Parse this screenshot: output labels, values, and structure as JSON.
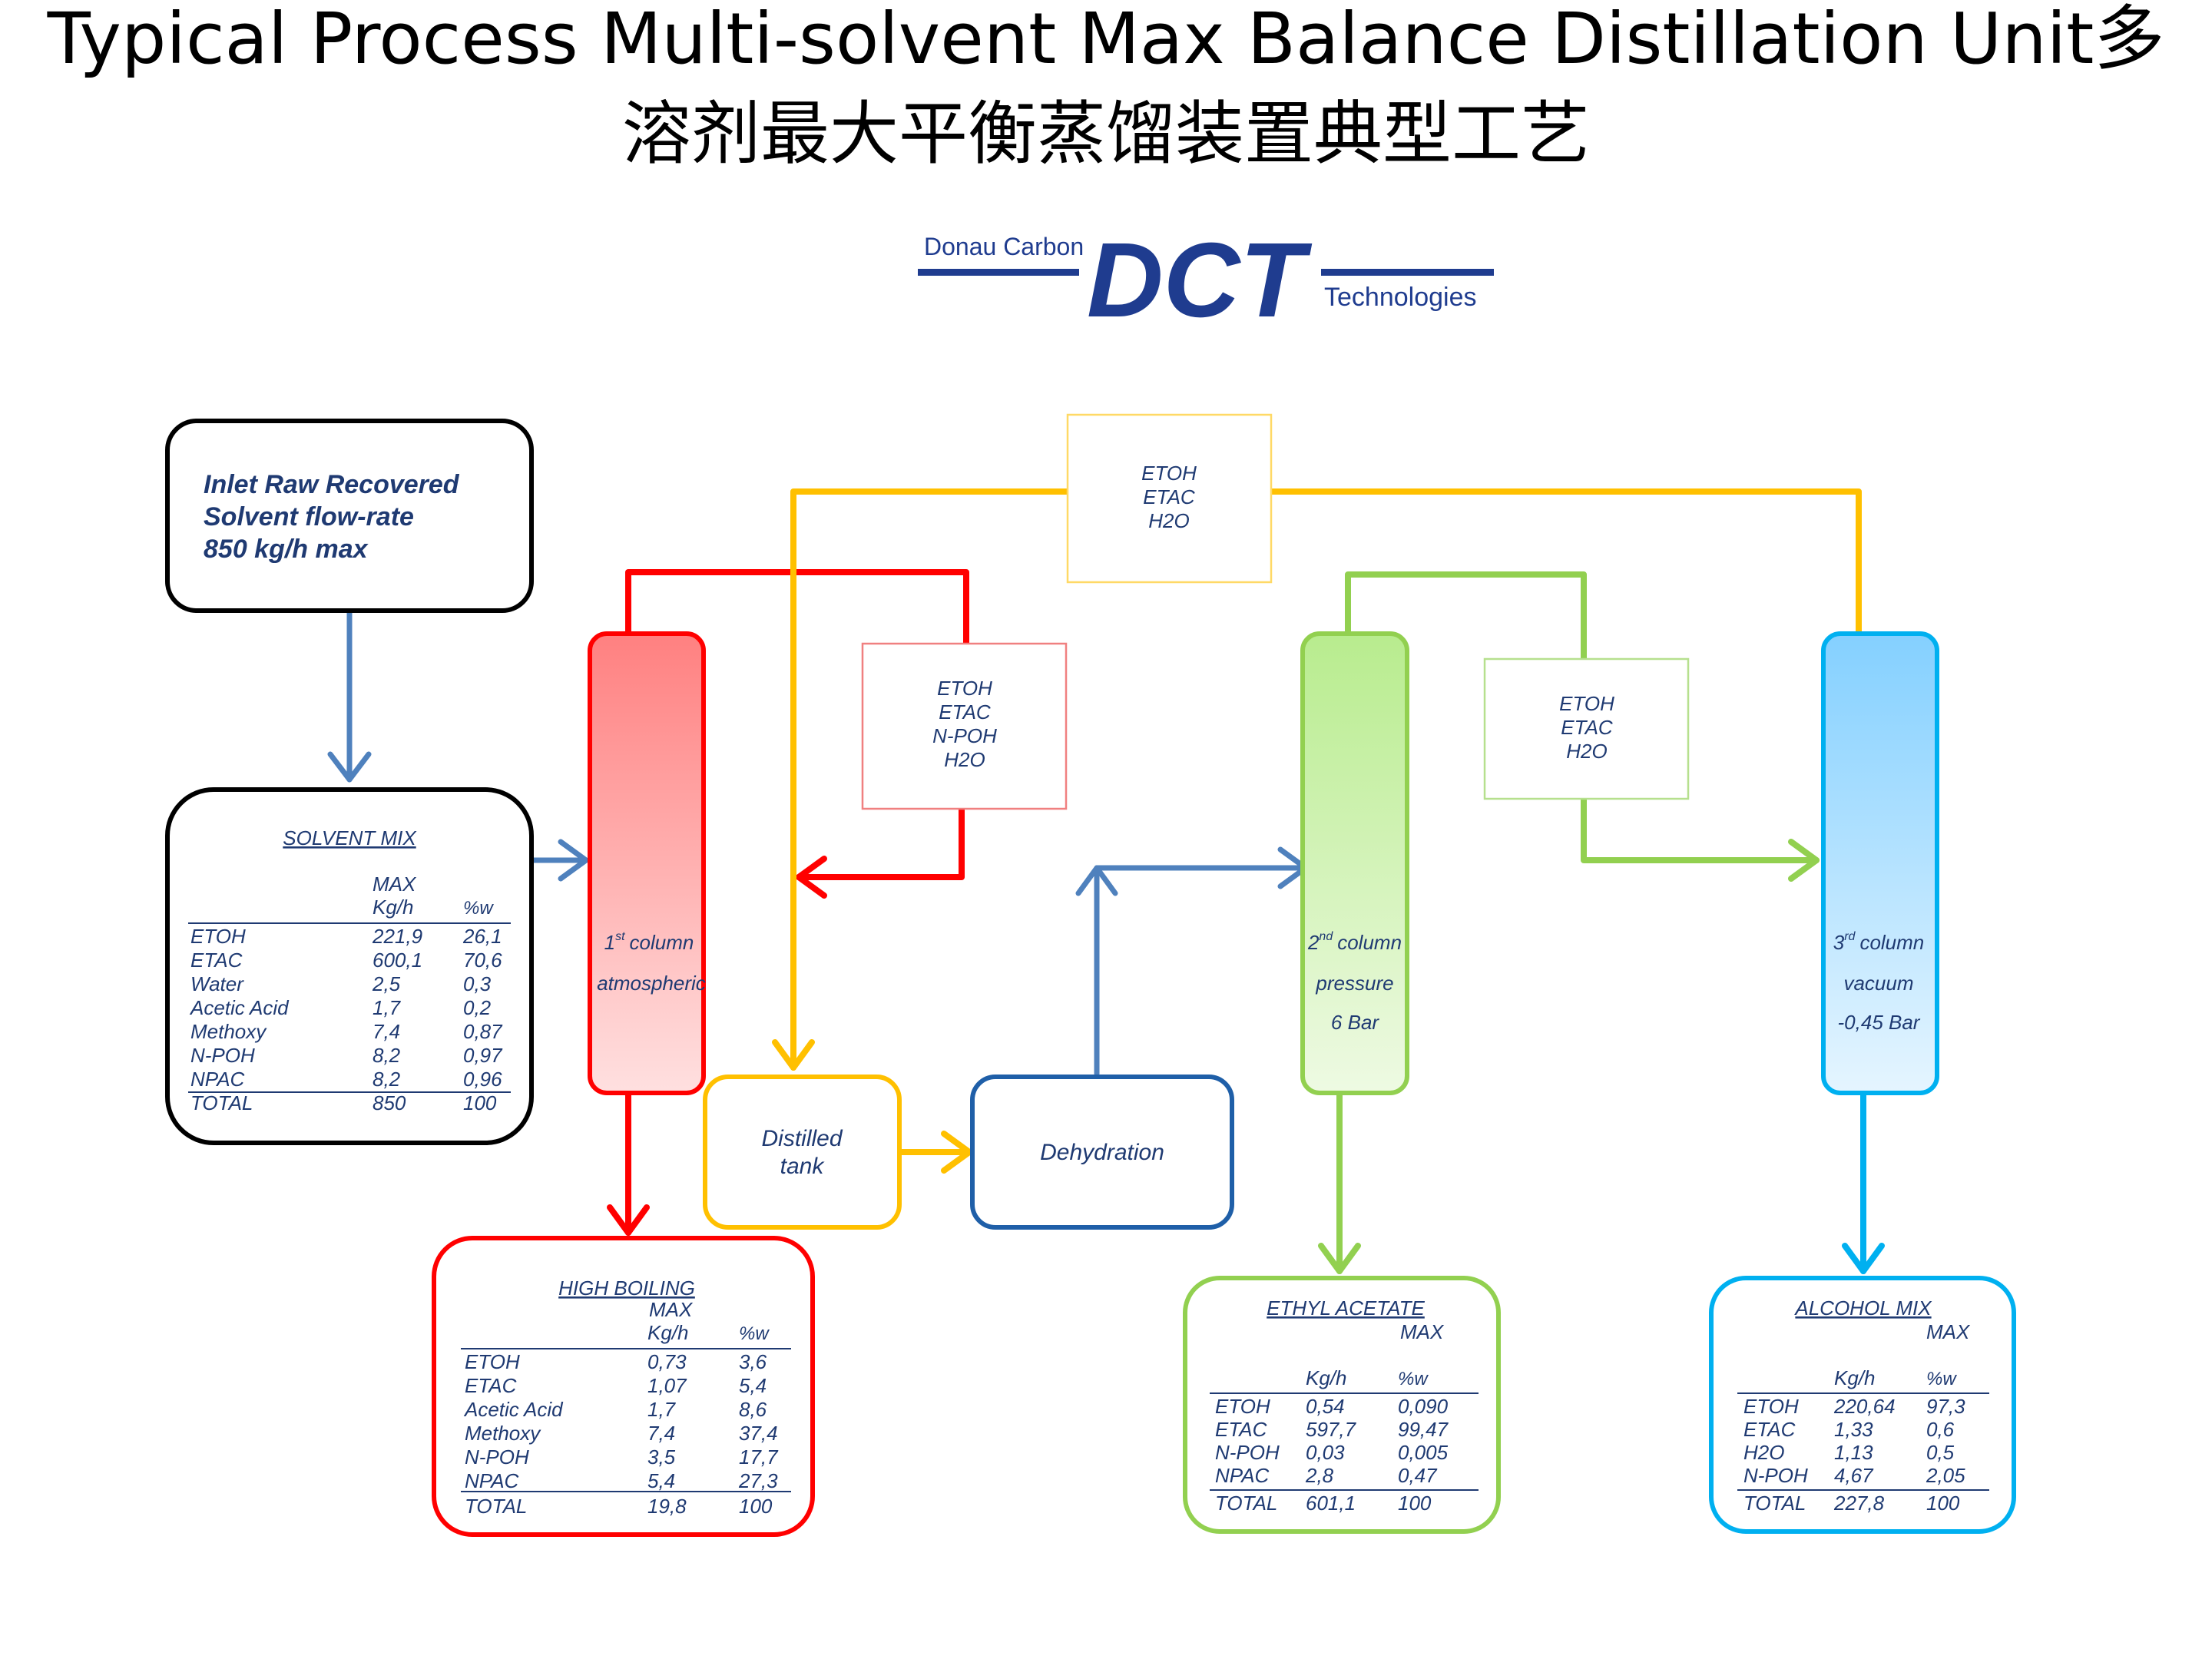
{
  "title": {
    "line1": "Typical Process Multi-solvent Max Balance Distillation Unit多",
    "line2": "溶剂最大平衡蒸馏装置典型工艺"
  },
  "logo": {
    "top": "Donau Carbon",
    "main": "DCT",
    "bottom": "Technologies",
    "color": "#1f3c8f"
  },
  "colors": {
    "blue": "#4f81bd",
    "red": "#ff0000",
    "yellow": "#ffc000",
    "green": "#92d050",
    "cyan": "#00b0f0",
    "navy": "#1f3a72",
    "dark_blue": "#1f5fa8"
  },
  "inlet": {
    "line1": "Inlet Raw Recovered",
    "line2": "Solvent flow-rate",
    "line3": "850 kg/h max"
  },
  "solvent_mix": {
    "title": "SOLVENT MIX",
    "max": "MAX",
    "kgh": "Kg/h",
    "pw": "%w",
    "rows": [
      {
        "name": "ETOH",
        "kg": "221,9",
        "pw": "26,1"
      },
      {
        "name": "ETAC",
        "kg": "600,1",
        "pw": "70,6"
      },
      {
        "name": "Water",
        "kg": "2,5",
        "pw": "0,3"
      },
      {
        "name": "Acetic Acid",
        "kg": "1,7",
        "pw": "0,2"
      },
      {
        "name": "Methoxy",
        "kg": "7,4",
        "pw": "0,87"
      },
      {
        "name": "N-POH",
        "kg": "8,2",
        "pw": "0,97"
      },
      {
        "name": "NPAC",
        "kg": "8,2",
        "pw": "0,96"
      }
    ],
    "total": {
      "name": "TOTAL",
      "kg": "850",
      "pw": "100"
    }
  },
  "col1": {
    "num": "1",
    "sup": "st",
    "word": "column",
    "line2": "atmospheric"
  },
  "col2": {
    "num": "2",
    "sup": "nd",
    "word": "column",
    "line2": "pressure",
    "line3": "6 Bar"
  },
  "col3": {
    "num": "3",
    "sup": "rd",
    "word": "column",
    "line2": "vacuum",
    "line3": "-0,45 Bar"
  },
  "top_box": {
    "l1": "ETOH",
    "l2": "ETAC",
    "l3": "H2O"
  },
  "red_box": {
    "l1": "ETOH",
    "l2": "ETAC",
    "l3": "N-POH",
    "l4": "H2O"
  },
  "green_box": {
    "l1": "ETOH",
    "l2": "ETAC",
    "l3": "H2O"
  },
  "distilled": {
    "l1": "Distilled",
    "l2": "tank"
  },
  "dehydration": {
    "label": "Dehydration"
  },
  "high_boiling": {
    "title": "HIGH BOILING",
    "max": "MAX",
    "kgh": "Kg/h",
    "pw": "%w",
    "rows": [
      {
        "name": "ETOH",
        "kg": "0,73",
        "pw": "3,6"
      },
      {
        "name": "ETAC",
        "kg": "1,07",
        "pw": "5,4"
      },
      {
        "name": "Acetic Acid",
        "kg": "1,7",
        "pw": "8,6"
      },
      {
        "name": "Methoxy",
        "kg": "7,4",
        "pw": "37,4"
      },
      {
        "name": "N-POH",
        "kg": "3,5",
        "pw": "17,7"
      },
      {
        "name": "NPAC",
        "kg": "5,4",
        "pw": "27,3"
      }
    ],
    "total": {
      "name": "TOTAL",
      "kg": "19,8",
      "pw": "100"
    }
  },
  "ethyl_acetate": {
    "title": "ETHYL ACETATE",
    "max": "MAX",
    "kgh": "Kg/h",
    "pw": "%w",
    "rows": [
      {
        "name": "ETOH",
        "kg": "0,54",
        "pw": "0,090"
      },
      {
        "name": "ETAC",
        "kg": "597,7",
        "pw": "99,47"
      },
      {
        "name": "N-POH",
        "kg": "0,03",
        "pw": "0,005"
      },
      {
        "name": "NPAC",
        "kg": "2,8",
        "pw": "0,47"
      }
    ],
    "total": {
      "name": "TOTAL",
      "kg": "601,1",
      "pw": "100"
    }
  },
  "alcohol_mix": {
    "title": "ALCOHOL MIX",
    "max": "MAX",
    "kgh": "Kg/h",
    "pw": "%w",
    "rows": [
      {
        "name": "ETOH",
        "kg": "220,64",
        "pw": "97,3"
      },
      {
        "name": "ETAC",
        "kg": "1,33",
        "pw": "0,6"
      },
      {
        "name": "H2O",
        "kg": "1,13",
        "pw": "0,5"
      },
      {
        "name": "N-POH",
        "kg": "4,67",
        "pw": "2,05"
      }
    ],
    "total": {
      "name": "TOTAL",
      "kg": "227,8",
      "pw": "100"
    }
  }
}
